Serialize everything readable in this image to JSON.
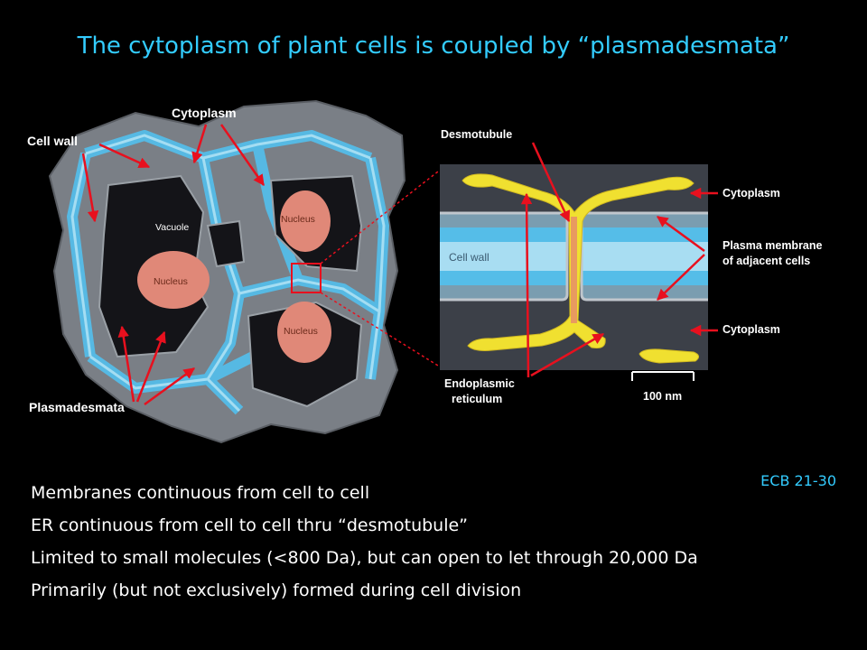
{
  "title": "The cytoplasm of plant cells is coupled by “plasmadesmata”",
  "left_diagram": {
    "labels": {
      "cell_wall": "Cell wall",
      "cytoplasm": "Cytoplasm",
      "plasmadesmata": "Plasmadesmata",
      "vacuole": "Vacuole",
      "nucleus_top": "Nucleus",
      "nucleus_left": "Nucleus",
      "nucleus_bottom": "Nucleus"
    }
  },
  "right_diagram": {
    "labels": {
      "desmotubule": "Desmotubule",
      "cytoplasm_top": "Cytoplasm",
      "plasma_membrane_1": "Plasma membrane",
      "plasma_membrane_2": "of adjacent cells",
      "cytoplasm_bottom": "Cytoplasm",
      "cell_wall": "Cell  wall",
      "er_1": "Endoplasmic",
      "er_2": "reticulum",
      "scale": "100 nm"
    }
  },
  "reference": "ECB 21-30",
  "bullets": [
    "Membranes continuous from cell to cell",
    "ER continuous from cell to cell thru “desmotubule”",
    "Limited to small molecules (<800 Da), but can open to let through 20,000 Da",
    "Primarily (but not exclusively) formed during cell division"
  ],
  "colors": {
    "title": "#33ccff",
    "arrow": "#e8101e",
    "cell_wall": "#55bde8",
    "er": "#f0e030",
    "nucleus": "#e08878",
    "cytoplasm": "#3c4048"
  }
}
